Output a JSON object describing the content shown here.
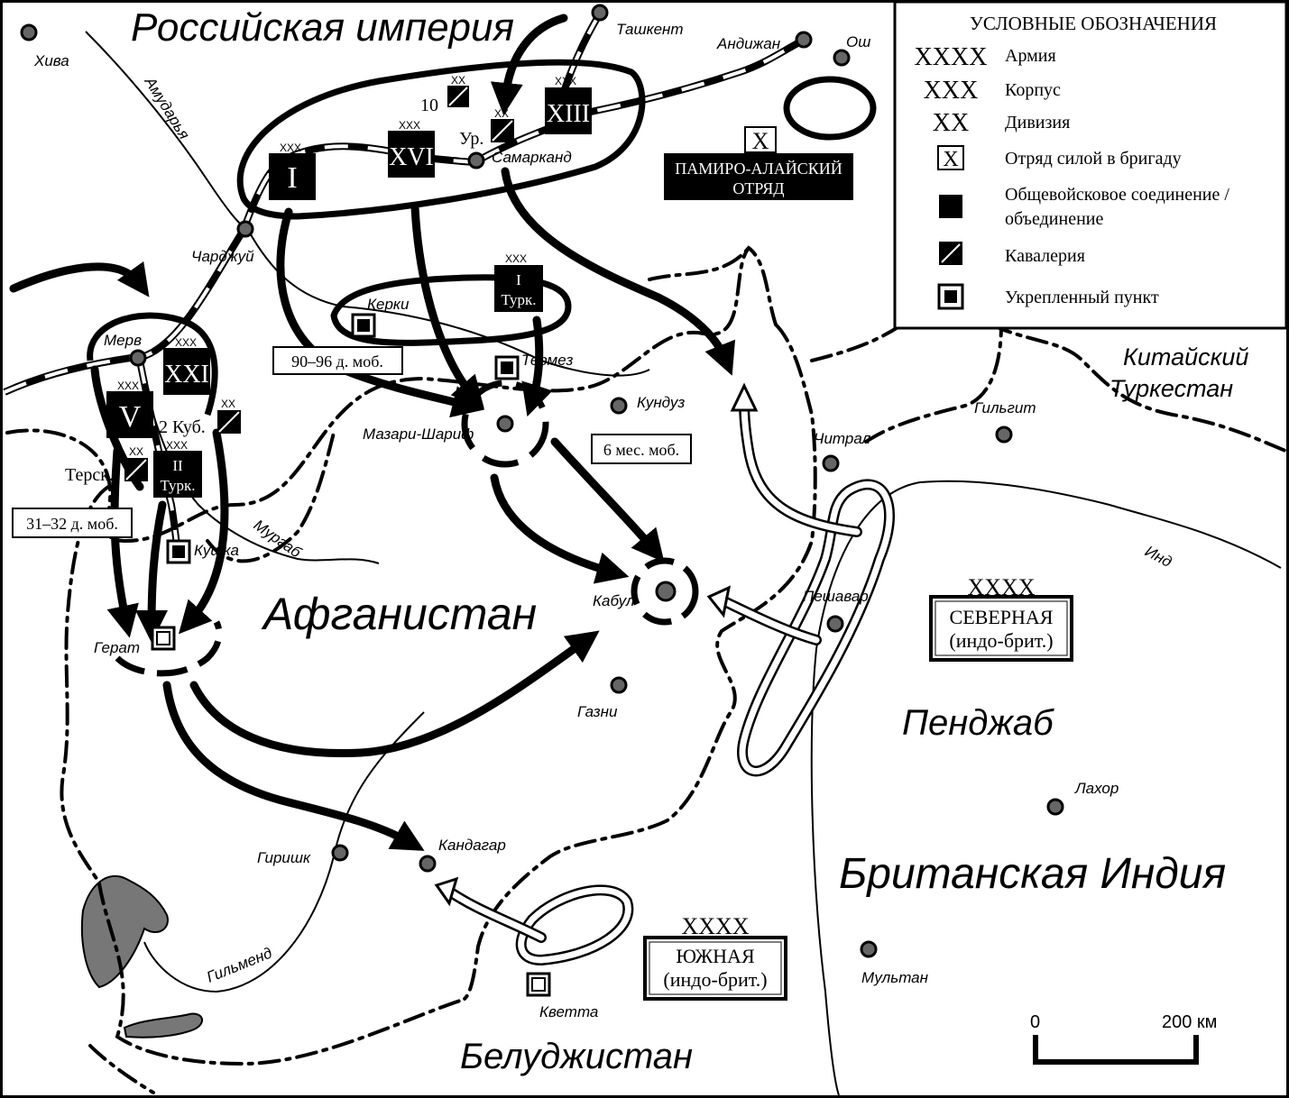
{
  "regions": {
    "russian_empire": "Российская империя",
    "afghanistan": "Афганистан",
    "british_india": "Британская Индия",
    "punjab": "Пенджаб",
    "baluchistan": "Белуджистан",
    "chinese_turkestan_1": "Китайский",
    "chinese_turkestan_2": "Туркестан"
  },
  "rivers": {
    "amudarya": "Амударья",
    "murgab": "Мургаб",
    "gilmend": "Гильменд",
    "ind": "Инд"
  },
  "cities": {
    "khiva": "Хива",
    "tashkent": "Ташкент",
    "andijan": "Андижан",
    "osh": "Ош",
    "samarkand": "Самарканд",
    "chardzhuy": "Чарджуй",
    "merv": "Мерв",
    "kerki": "Керки",
    "termez": "Термез",
    "kunduz": "Кундуз",
    "mazari_sharif": "Мазари-Шариф",
    "kushka": "Кушка",
    "herat": "Герат",
    "kabul": "Кабул",
    "ghazni": "Газни",
    "chitral": "Читрал",
    "gilgit": "Гильгит",
    "peshawar": "Пешавар",
    "lahore": "Лахор",
    "multan": "Мультан",
    "kandahar": "Кандагар",
    "girishk": "Гиришк",
    "quetta": "Кветта"
  },
  "units": {
    "corps_i": {
      "echelon": "XXX",
      "label": "I"
    },
    "corps_xvi": {
      "echelon": "XXX",
      "label": "XVI"
    },
    "corps_xiii": {
      "echelon": "XXX",
      "label": "XIII"
    },
    "div_10": {
      "echelon": "XX",
      "label": "10"
    },
    "div_ur": {
      "echelon": "XX",
      "label": "Ур."
    },
    "corps_i_turk": {
      "echelon": "XXX",
      "label1": "I",
      "label2": "Турк."
    },
    "corps_xxi": {
      "echelon": "XXX",
      "label": "XXI"
    },
    "corps_v": {
      "echelon": "XXX",
      "label": "V"
    },
    "div_2kub": {
      "echelon": "XX",
      "label": "2 Куб."
    },
    "div_tersk": {
      "echelon": "XX",
      "label": "Терск."
    },
    "corps_ii_turk": {
      "echelon": "XXX",
      "label1": "II",
      "label2": "Турк."
    },
    "pamir_detachment": {
      "echelon": "X",
      "label1": "ПАМИРО-АЛАЙСКИЙ",
      "label2": "ОТРЯД"
    },
    "northern_army": {
      "echelon": "XXXX",
      "label1": "СЕВЕРНАЯ",
      "label2": "(индо-брит.)"
    },
    "southern_army": {
      "echelon": "XXXX",
      "label1": "ЮЖНАЯ",
      "label2": "(индо-брит.)"
    }
  },
  "mobilization_notes": {
    "note_90_96": "90–96 д. моб.",
    "note_6_months": "6 мес. моб.",
    "note_31_32": "31–32 д. моб."
  },
  "legend": {
    "title": "УСЛОВНЫЕ ОБОЗНАЧЕНИЯ",
    "items": [
      {
        "symbol": "XXXX",
        "label": "Армия"
      },
      {
        "symbol": "XXX",
        "label": "Корпус"
      },
      {
        "symbol": "XX",
        "label": "Дивизия"
      },
      {
        "symbol": "X",
        "label": "Отряд силой в бригаду"
      },
      {
        "symbol": "filled-square-icon",
        "label1": "Общевойсковое соединение /",
        "label2": "объединение"
      },
      {
        "symbol": "cavalry-square-icon",
        "label": "Кавалерия"
      },
      {
        "symbol": "fortified-point-icon",
        "label": "Укрепленный пункт"
      }
    ]
  },
  "scale_bar": {
    "start": "0",
    "end": "200 км"
  }
}
